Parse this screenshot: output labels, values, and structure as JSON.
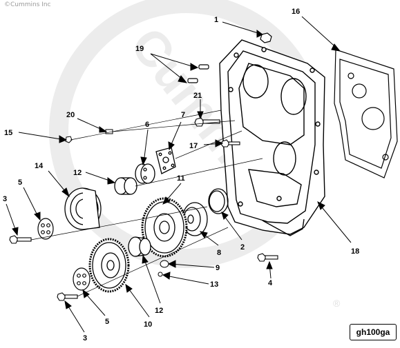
{
  "copyright": "©Cummins Inc",
  "watermark": "Cummins",
  "registered_mark": "®",
  "figure_id": "gh100ga",
  "colors": {
    "line": "#000000",
    "watermark": "#ececec",
    "background": "#ffffff"
  },
  "callouts": [
    "1",
    "16",
    "19",
    "21",
    "20",
    "7",
    "6",
    "15",
    "17",
    "14",
    "12",
    "5",
    "3",
    "11",
    "2",
    "8",
    "18",
    "9",
    "13",
    "4",
    "12",
    "10",
    "5",
    "3"
  ]
}
